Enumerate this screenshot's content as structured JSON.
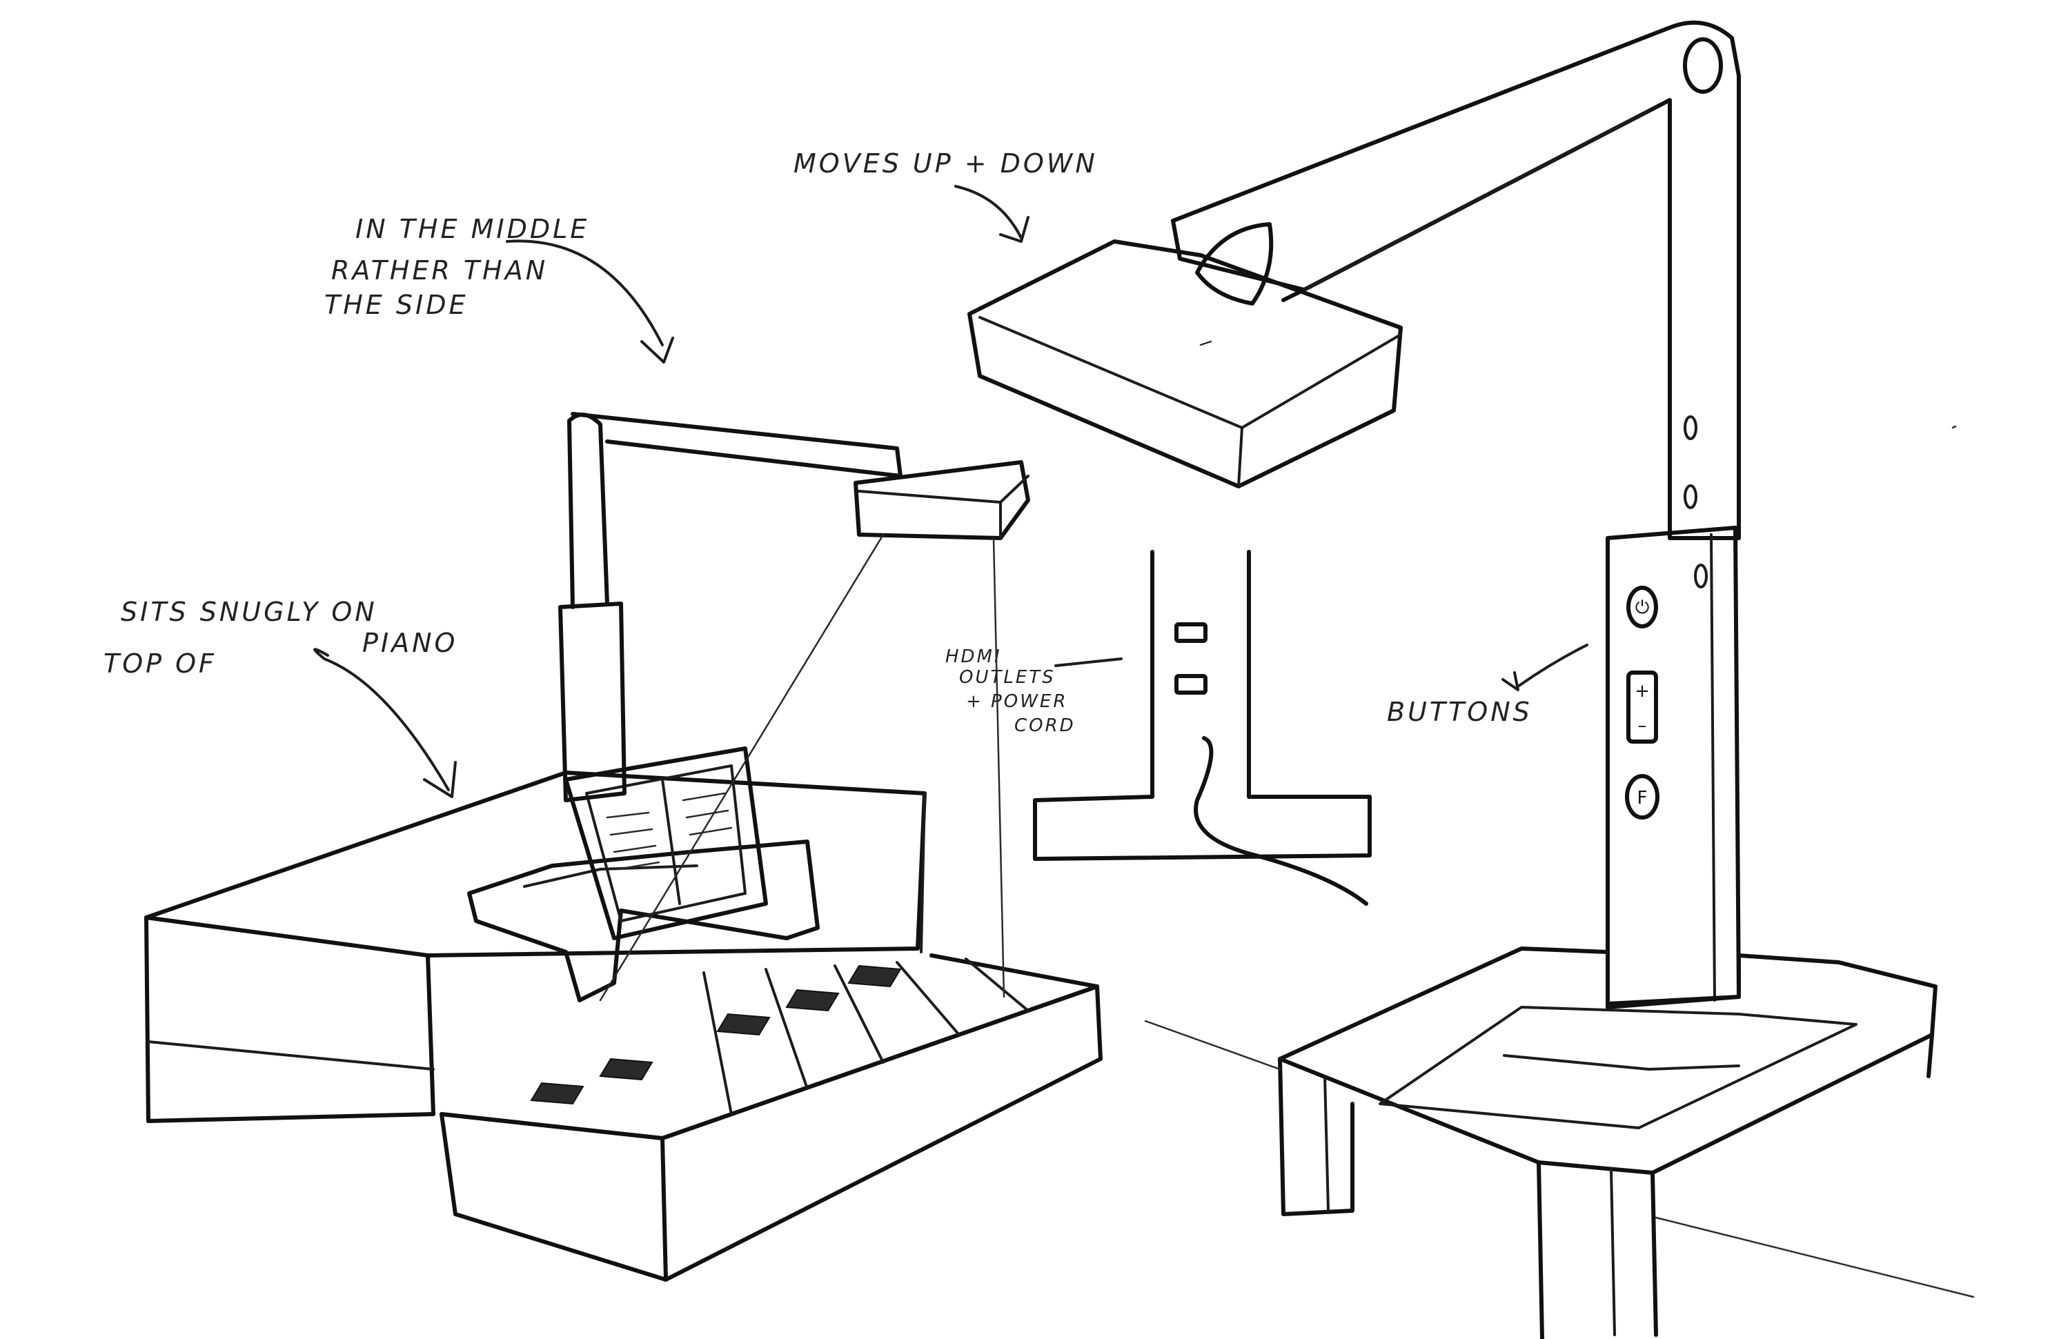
{
  "annotations": {
    "middle_line1": "IN THE MIDDLE",
    "middle_line2": "RATHER THAN",
    "middle_line3": "THE SIDE",
    "moves": "MOVES UP + DOWN",
    "sits_line1": "SITS SNUGLY ON",
    "sits_line2a": "TOP OF",
    "sits_line2b": "PIANO",
    "hdmi_line1": "HDMI",
    "hdmi_line2": "OUTLETS",
    "hdmi_line3": "+ POWER",
    "hdmi_line4": "CORD",
    "buttons": "BUTTONS"
  },
  "device_buttons": {
    "power": "⏻",
    "plus": "+",
    "minus": "–",
    "f": "F"
  },
  "colors": {
    "ink": "#1c1c1c",
    "paper": "#ffffff"
  }
}
